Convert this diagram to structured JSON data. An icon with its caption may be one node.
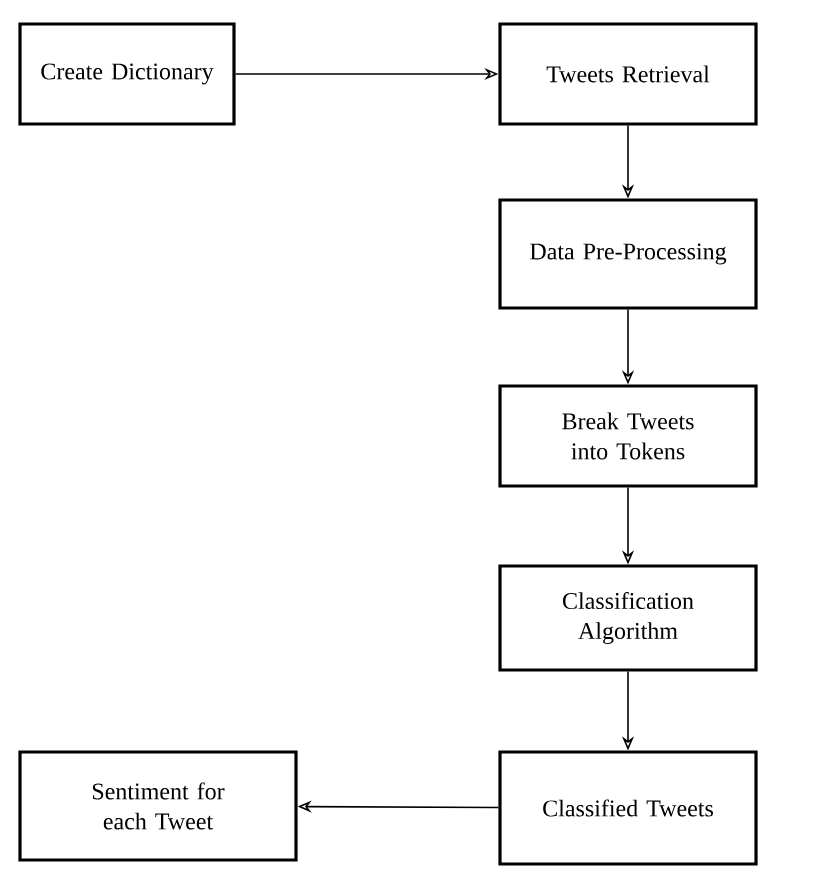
{
  "diagram": {
    "nodes": [
      {
        "text": [
          "Create Dictionary"
        ]
      },
      {
        "text": [
          "Tweets Retrieval"
        ]
      },
      {
        "text": [
          "Data Pre-Processing"
        ]
      },
      {
        "text": [
          "Break Tweets into Tokens"
        ]
      },
      {
        "text": [
          "Classification Algorithm"
        ]
      },
      {
        "text": [
          "Classified Tweets"
        ]
      },
      {
        "text": [
          "Sentiment for each Tweet"
        ]
      }
    ],
    "edges": [
      {
        "from": 0,
        "to": 1,
        "arrow": "to"
      },
      {
        "from": 1,
        "to": 2,
        "arrow": "to"
      },
      {
        "from": 2,
        "to": 3,
        "arrow": "to"
      },
      {
        "from": 3,
        "to": 4,
        "arrow": "to"
      },
      {
        "from": 4,
        "to": 5,
        "arrow": "to"
      },
      {
        "from": 5,
        "to": 6,
        "arrow": "to"
      }
    ]
  }
}
